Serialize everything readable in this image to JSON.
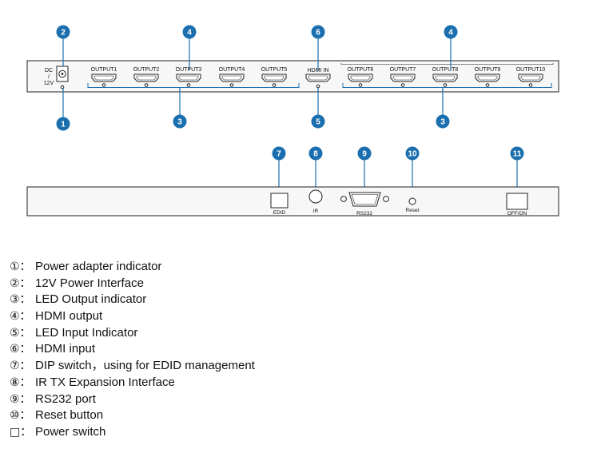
{
  "front_panel": {
    "dc_label_1": "DC",
    "dc_label_2": "/",
    "dc_label_3": "12V",
    "outputs_left": [
      "OUTPUT1",
      "OUTPUT2",
      "OUTPUT3",
      "OUTPUT4",
      "OUTPUT5"
    ],
    "hdmi_in": "HDMI IN",
    "outputs_right": [
      "OUTPUT6",
      "OUTPUT7",
      "OUTPUT8",
      "OUTPUT9",
      "OUTPUT10"
    ]
  },
  "rear_panel": {
    "edid": "EDID",
    "ir": "IR",
    "rs232": "RS232",
    "reset": "Reset",
    "power": "OFF/ON"
  },
  "badges": [
    "1",
    "2",
    "3",
    "3",
    "4",
    "4",
    "5",
    "6",
    "7",
    "8",
    "9",
    "10",
    "11"
  ],
  "legend": [
    {
      "marker": "①：",
      "text": "Power adapter indicator"
    },
    {
      "marker": "②：",
      "text": "12V Power Interface"
    },
    {
      "marker": "③：",
      "text": "LED Output indicator"
    },
    {
      "marker": "④：",
      "text": "HDMI output"
    },
    {
      "marker": "⑤：",
      "text": "LED Input Indicator"
    },
    {
      "marker": "⑥：",
      "text": "HDMI input"
    },
    {
      "marker": "⑦：",
      "text": "DIP switch，using for EDID management"
    },
    {
      "marker": "⑧：",
      "text": "IR TX  Expansion Interface"
    },
    {
      "marker": "⑨：",
      "text": "RS232 port"
    },
    {
      "marker": "⑩：",
      "text": "Reset button"
    },
    {
      "marker": "□：",
      "text": "Power switch"
    }
  ],
  "colors": {
    "badge": "#1b6fae",
    "line": "#1b6fae",
    "panel": "#f7f7f7",
    "stroke": "#222222"
  }
}
